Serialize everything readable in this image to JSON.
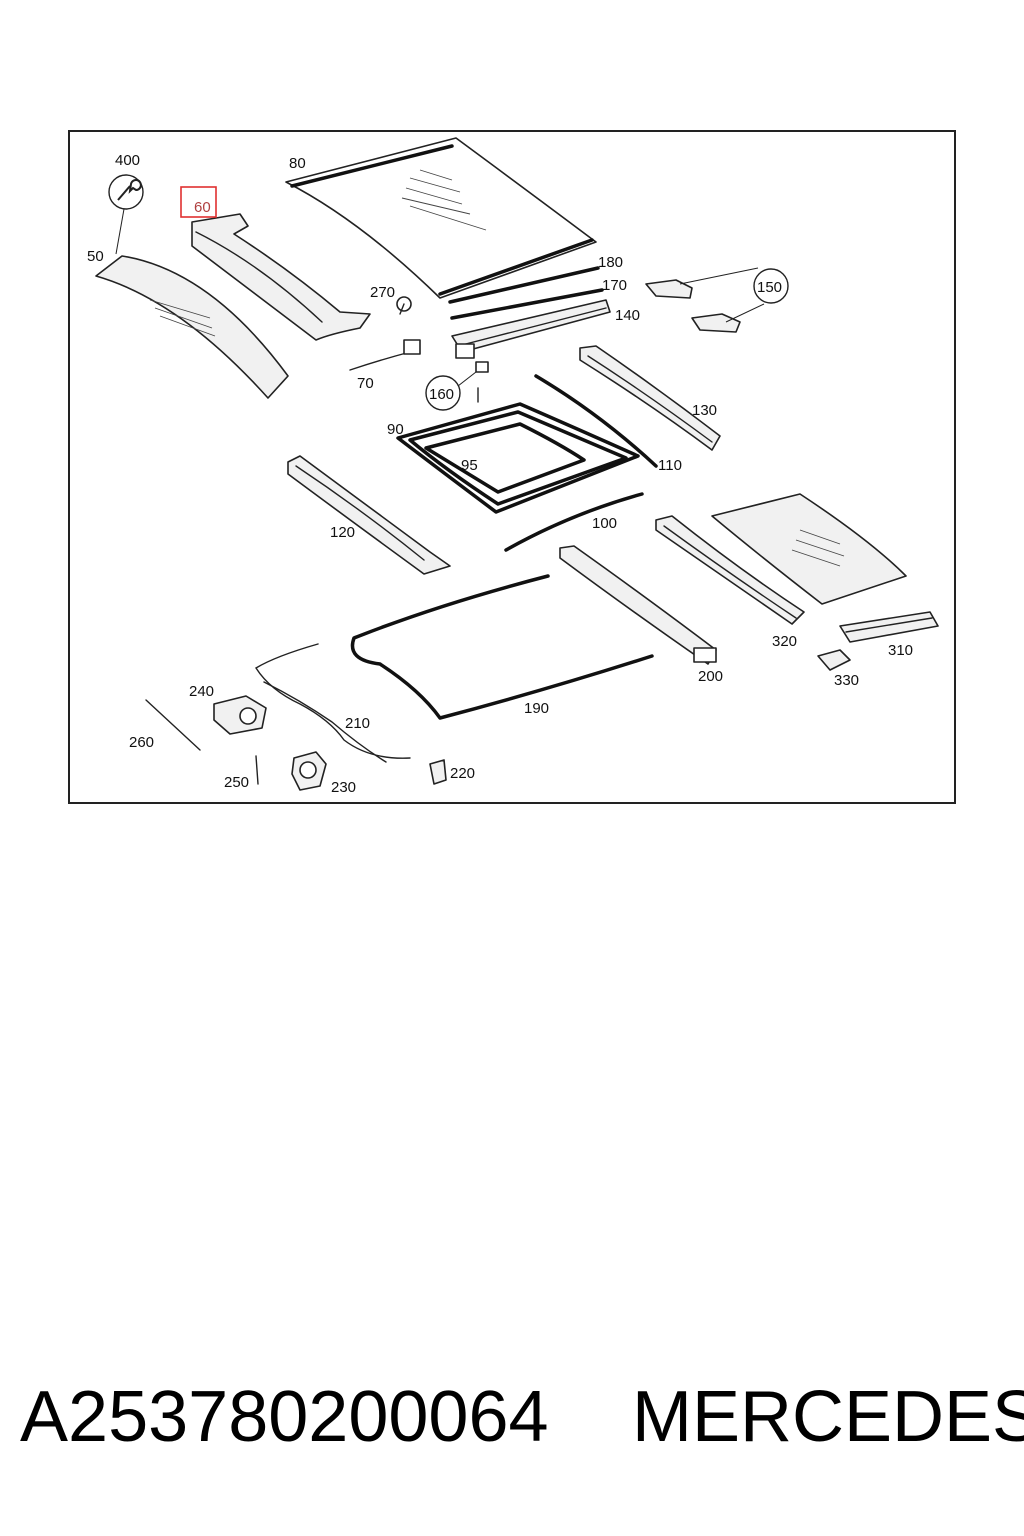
{
  "diagram": {
    "labels": {
      "p400": "400",
      "p60": "60",
      "p80": "80",
      "p50": "50",
      "p180": "180",
      "p170": "170",
      "p150": "150",
      "p270": "270",
      "p140": "140",
      "p70": "70",
      "p160": "160",
      "p130": "130",
      "p90": "90",
      "p95": "95",
      "p110": "110",
      "p100": "100",
      "p120": "120",
      "p320": "320",
      "p310": "310",
      "p330": "330",
      "p200": "200",
      "p240": "240",
      "p210": "210",
      "p190": "190",
      "p260": "260",
      "p250": "250",
      "p230": "230",
      "p220": "220"
    },
    "highlight": {
      "part": "60",
      "color": "#e03030"
    },
    "icons": {
      "tool": "wrench-icon"
    }
  },
  "footer": {
    "part_number": "A253780200064",
    "brand": "MERCEDES"
  }
}
